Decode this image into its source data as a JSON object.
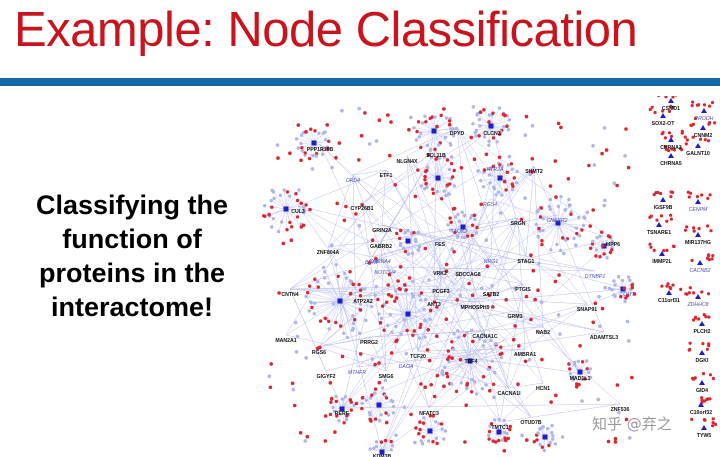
{
  "slide": {
    "title": "Example: Node Classification",
    "subtitle_lines": [
      "Classifying the",
      "function of",
      "proteins in the",
      "interactome!"
    ],
    "watermark": "知乎 @弃之"
  },
  "colors": {
    "title": "#c9141d",
    "rule": "#1467a9",
    "node_red": "#e0242c",
    "node_blue": "#aeb4ec",
    "hub": "#1c1ec8",
    "edge": "#b9bdf0"
  },
  "network": {
    "labels": [
      "CSMD1",
      "SOX2-OT",
      "CHRNA3",
      "CHRNA5",
      "PRODH",
      "CNNM2",
      "GALNT10",
      "IGSF9B",
      "TSNARE1",
      "CENPM",
      "MIR137HG",
      "IMMP2L",
      "CACNB2",
      "C11orf31",
      "ZDHHC8",
      "PLCH2",
      "DGKI",
      "GID4",
      "C10orf32",
      "TYW5",
      "PPP1R16B",
      "DPYD",
      "CLCN3",
      "SCL11B",
      "NLGN4X",
      "ETF1",
      "HTR2A",
      "SHMT2",
      "CUL3",
      "DRD4",
      "CYP26B1",
      "RGS4",
      "GRIN2A",
      "FES",
      "NRG1",
      "TAOK2",
      "SRGN",
      "CNKSR2",
      "MPP6",
      "ZNF804A",
      "CHRNA4",
      "BDNF",
      "SDCCAG8",
      "STAG1",
      "CNTN4",
      "NOTCH4",
      "VRK2",
      "PTGIS",
      "ATP2A2",
      "AKT3",
      "PCGF3",
      "DTNBP1",
      "GABRB2",
      "MPHOSPH9",
      "COMT",
      "SATB2",
      "SNAP91",
      "MAN2A1",
      "PRRG2",
      "TCF20",
      "CACNA1C",
      "GRM3",
      "ADAMTSL3",
      "NAB2",
      "RGS6",
      "AMBRA1",
      "MTHFR",
      "DAOA",
      "GIGYF2",
      "SMG6",
      "TCF4",
      "HCN1",
      "MAD1L1",
      "RERE",
      "NFATC3",
      "CACNA1I",
      "ZNF536",
      "KDM3B",
      "TMTC1",
      "OTUD7B"
    ]
  }
}
